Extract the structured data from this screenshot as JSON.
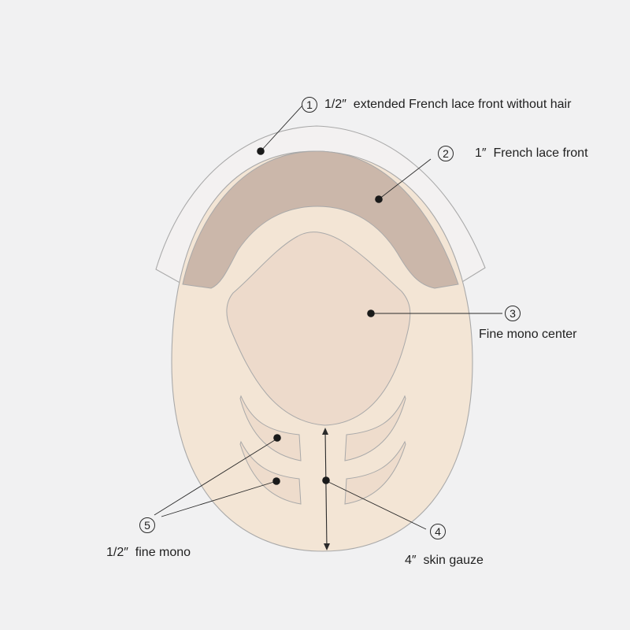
{
  "colors": {
    "background": "#f1f1f2",
    "base_mono": "#f3e5d5",
    "french_lace_front": "#cbb7aa",
    "fine_mono_center": "#eddacb",
    "fine_mono_strips": "#eedccc",
    "outline": "#a9a9a9",
    "leader": "#2a2a2a"
  },
  "callouts": [
    {
      "number": "1",
      "label": "1/2″  extended French lace front without hair"
    },
    {
      "number": "2",
      "label": "1″  French lace front"
    },
    {
      "number": "3",
      "label": "Fine mono center"
    },
    {
      "number": "4",
      "label": "4″  skin gauze"
    },
    {
      "number": "5",
      "label": "1/2″  fine mono"
    }
  ]
}
